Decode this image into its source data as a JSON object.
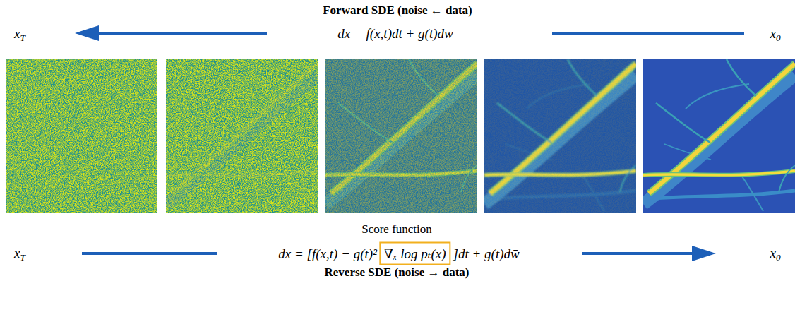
{
  "diagram": {
    "nodes": [
      {
        "text": [
          "∇ₓ log pₜ(x)"
        ]
      }
    ],
    "labels": [
      "Forward SDE (noise ← data)",
      "xT",
      "dx = f(x,t)dt + g(t)dw",
      "x0",
      "Score function",
      "xT",
      "dx = [f(x,t) − g(t)²",
      "]dt + g(t)dw̄",
      "x0",
      "Reverse SDE (noise → data)"
    ]
  }
}
